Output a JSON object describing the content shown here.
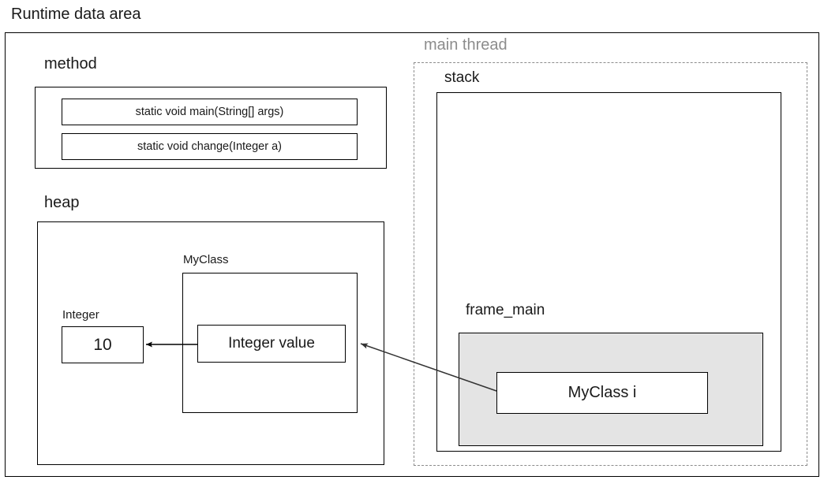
{
  "diagram": {
    "title": "Runtime data area",
    "method_area": {
      "label": "method",
      "methods": [
        "static void main(String[] args)",
        "static void change(Integer a)"
      ]
    },
    "heap_area": {
      "label": "heap",
      "integer_object": {
        "type_label": "Integer",
        "value": "10"
      },
      "myclass_object": {
        "type_label": "MyClass",
        "field": "Integer value"
      }
    },
    "thread_area": {
      "label": "main thread",
      "label_color": "#8c8c8c",
      "stack": {
        "label": "stack",
        "frame": {
          "label": "frame_main",
          "fill_color": "#e4e4e4",
          "variable": "MyClass i"
        }
      }
    },
    "arrows": [
      {
        "name": "value-to-integer",
        "from": "Integer value field",
        "to": "Integer object",
        "color": "#000000"
      },
      {
        "name": "i-to-myclass",
        "from": "MyClass i local variable",
        "to": "MyClass object",
        "color": "#333333"
      }
    ]
  }
}
